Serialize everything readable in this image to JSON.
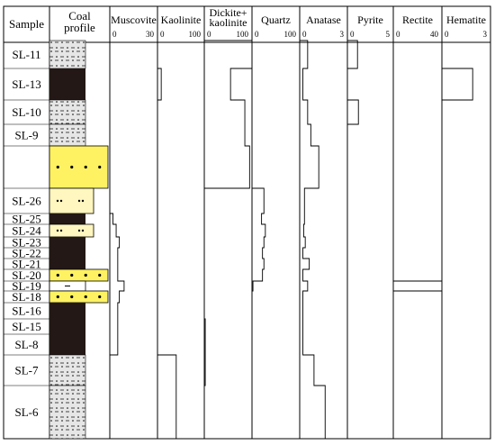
{
  "figure": {
    "sample_header": "Sample",
    "profile_header": [
      "Coal",
      "profile"
    ],
    "samples": [
      {
        "label": "SL-11",
        "lith": "claystone"
      },
      {
        "label": "SL-13",
        "lith": "coal"
      },
      {
        "label": "SL-10",
        "lith": "claystone"
      },
      {
        "label": "SL-9",
        "lith": "claystone"
      },
      {
        "label": "",
        "lith": "sandstone"
      },
      {
        "label": "SL-26",
        "lith": "siltstone"
      },
      {
        "label": "SL-25",
        "lith": "coal"
      },
      {
        "label": "SL-24",
        "lith": "siltstone"
      },
      {
        "label": "SL-23",
        "lith": "coal"
      },
      {
        "label": "SL-22",
        "lith": "coal"
      },
      {
        "label": "SL-21",
        "lith": "coal"
      },
      {
        "label": "SL-20",
        "lith": "sandstone"
      },
      {
        "label": "SL-19",
        "lith": "mudstone"
      },
      {
        "label": "SL-18",
        "lith": "sandstone"
      },
      {
        "label": "SL-16",
        "lith": "coal"
      },
      {
        "label": "SL-15",
        "lith": "coal"
      },
      {
        "label": "SL-8",
        "lith": "coal"
      },
      {
        "label": "SL-7",
        "lith": "claystone"
      },
      {
        "label": "SL-6",
        "lith": "claystone"
      }
    ],
    "colors": {
      "coal": "#231815",
      "sandstone": "#fff262",
      "siltstone": "#fff7bf",
      "claystone": "#e6e6e6",
      "line": "#000000"
    }
  },
  "chart_data": {
    "type": "step",
    "categories": [
      "SL-11",
      "SL-13",
      "SL-10",
      "SL-9",
      "",
      "SL-26",
      "SL-25",
      "SL-24",
      "SL-23",
      "SL-22",
      "SL-21",
      "SL-20",
      "SL-19",
      "SL-18",
      "SL-16",
      "SL-15",
      "SL-8",
      "SL-7",
      "SL-6"
    ],
    "series": [
      {
        "name": "Muscovite",
        "header": [
          "Muscovite"
        ],
        "ticks": [
          "0",
          "30"
        ],
        "range": [
          0,
          30
        ],
        "values": [
          0,
          0,
          0,
          0,
          0,
          0,
          2,
          4,
          6,
          5,
          5,
          5,
          9,
          6,
          5,
          5,
          5,
          0,
          0
        ]
      },
      {
        "name": "Kaolinite",
        "header": [
          "Kaolinite"
        ],
        "ticks": [
          "0",
          "100"
        ],
        "range": [
          0,
          100
        ],
        "values": [
          0,
          8,
          0,
          0,
          0,
          0,
          0,
          0,
          0,
          0,
          0,
          0,
          0,
          0,
          0,
          0,
          0,
          40,
          40
        ]
      },
      {
        "name": "Dickite+kaolinite",
        "header": [
          "Dickite+",
          "kaolinite"
        ],
        "ticks": [
          "0",
          "100"
        ],
        "range": [
          0,
          100
        ],
        "values": [
          100,
          55,
          85,
          85,
          95,
          0,
          0,
          0,
          0,
          0,
          0,
          0,
          0,
          0,
          0,
          2,
          2,
          2,
          0
        ]
      },
      {
        "name": "Quartz",
        "header": [
          "Quartz"
        ],
        "ticks": [
          "0",
          "100"
        ],
        "range": [
          0,
          100
        ],
        "values": [
          0,
          0,
          0,
          0,
          0,
          25,
          20,
          28,
          25,
          22,
          25,
          22,
          2,
          0,
          0,
          0,
          0,
          0,
          0
        ]
      },
      {
        "name": "Anatase",
        "header": [
          "Anatase"
        ],
        "ticks": [
          "0",
          "3"
        ],
        "range": [
          0,
          3
        ],
        "values": [
          0.5,
          0.2,
          0.5,
          0.7,
          1.2,
          0.3,
          0.3,
          0.25,
          0.35,
          0.2,
          0.6,
          0.2,
          0.5,
          0.2,
          0.2,
          0.2,
          0.2,
          0.9,
          1.6
        ]
      },
      {
        "name": "Pyrite",
        "header": [
          "Pyrite"
        ],
        "ticks": [
          "0",
          "5"
        ],
        "range": [
          0,
          5
        ],
        "values": [
          1.1,
          0,
          1.2,
          0,
          0,
          0,
          0,
          0,
          0,
          0,
          0,
          0,
          0,
          0,
          0,
          0,
          0,
          0,
          0
        ]
      },
      {
        "name": "Rectite",
        "header": [
          "Rectite"
        ],
        "ticks": [
          "0",
          "40"
        ],
        "range": [
          0,
          40
        ],
        "values": [
          0,
          0,
          0,
          0,
          0,
          0,
          0,
          0,
          0,
          0,
          0,
          0,
          40,
          0,
          0,
          0,
          0,
          0,
          0
        ]
      },
      {
        "name": "Hematite",
        "header": [
          "Hematite"
        ],
        "ticks": [
          "0",
          "3"
        ],
        "range": [
          0,
          3
        ],
        "values": [
          0,
          1.9,
          0,
          0,
          0,
          0,
          0,
          0,
          0,
          0,
          0,
          0,
          0,
          0,
          0,
          0,
          0,
          0,
          0
        ]
      }
    ]
  }
}
